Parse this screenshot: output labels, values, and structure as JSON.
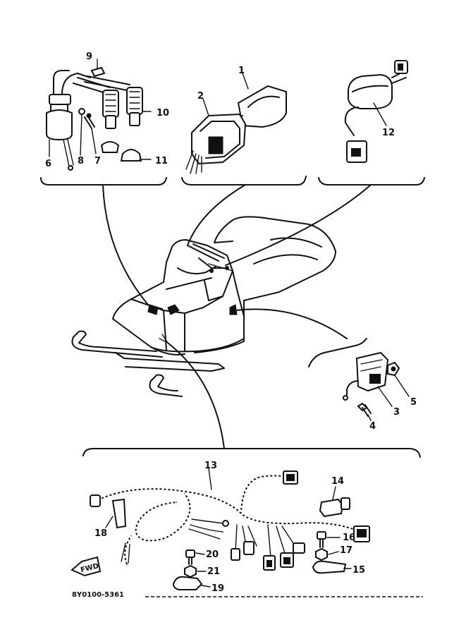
{
  "diagram": {
    "callouts": {
      "c1": "1",
      "c2": "2",
      "c3": "3",
      "c4": "4",
      "c5": "5",
      "c6": "6",
      "c7": "7",
      "c8": "8",
      "c9": "9",
      "c10": "10",
      "c11": "11",
      "c12": "12",
      "c13": "13",
      "c14": "14",
      "c15": "15",
      "c16": "16",
      "c17": "17",
      "c18": "18",
      "c19": "19",
      "c20": "20",
      "c21": "21"
    },
    "fwd_label": "FWD",
    "drawing_code": "8Y0100-5361"
  }
}
